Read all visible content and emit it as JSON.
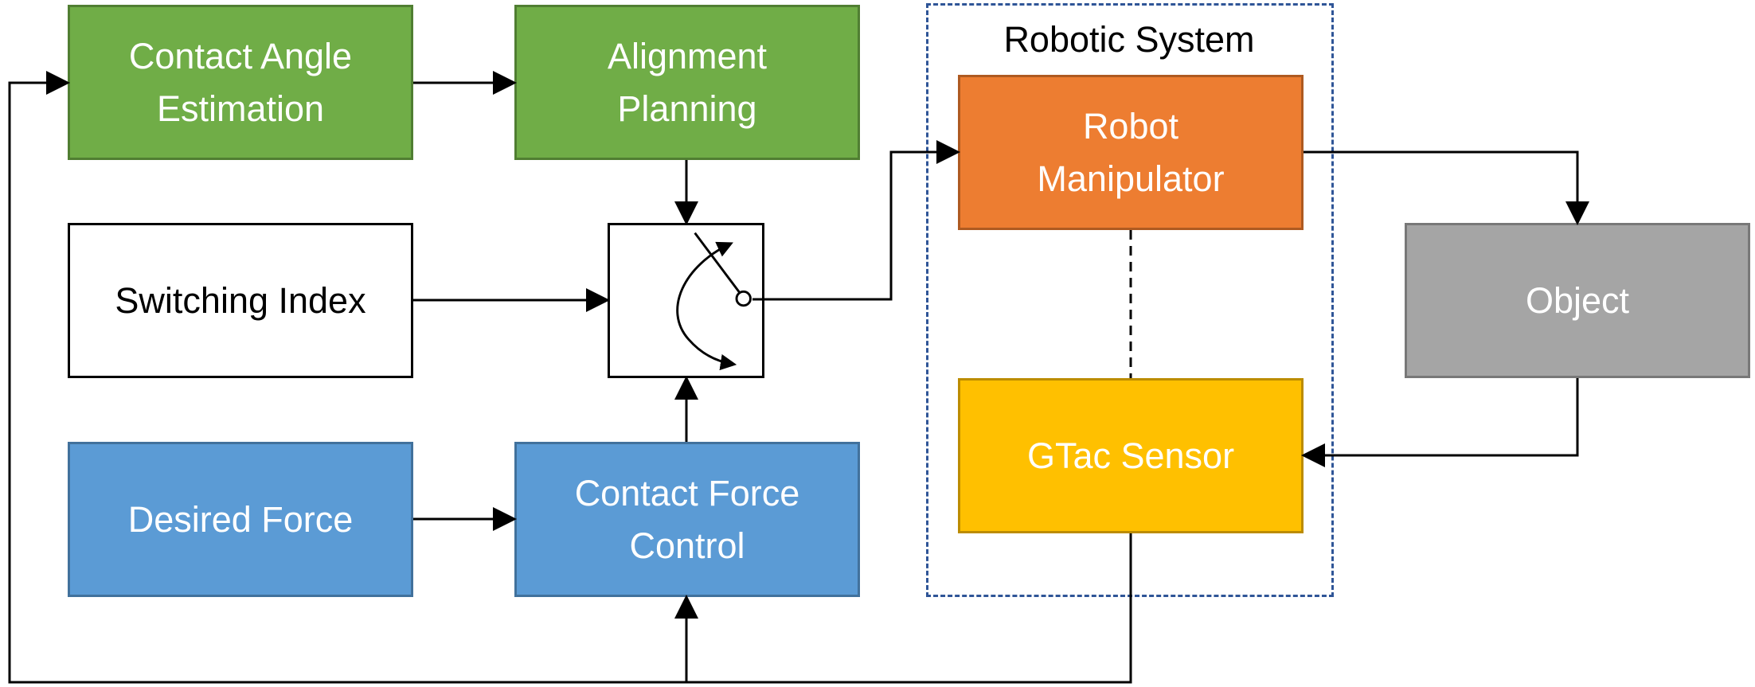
{
  "blocks": {
    "contact_angle_estimation": "Contact Angle\nEstimation",
    "alignment_planning": "Alignment\nPlanning",
    "switching_index": "Switching Index",
    "desired_force": "Desired Force",
    "contact_force_control": "Contact Force\nControl",
    "robot_manipulator": "Robot\nManipulator",
    "gtac_sensor": "GTac Sensor",
    "object": "Object"
  },
  "robotic_system": {
    "label": "Robotic System"
  },
  "colors": {
    "estimation_planning": "#70ad47",
    "force_blocks": "#5b9bd5",
    "robot_manipulator": "#ed7d31",
    "gtac_sensor": "#ffc000",
    "object": "#a5a5a5",
    "system_boundary": "#2f5597"
  }
}
